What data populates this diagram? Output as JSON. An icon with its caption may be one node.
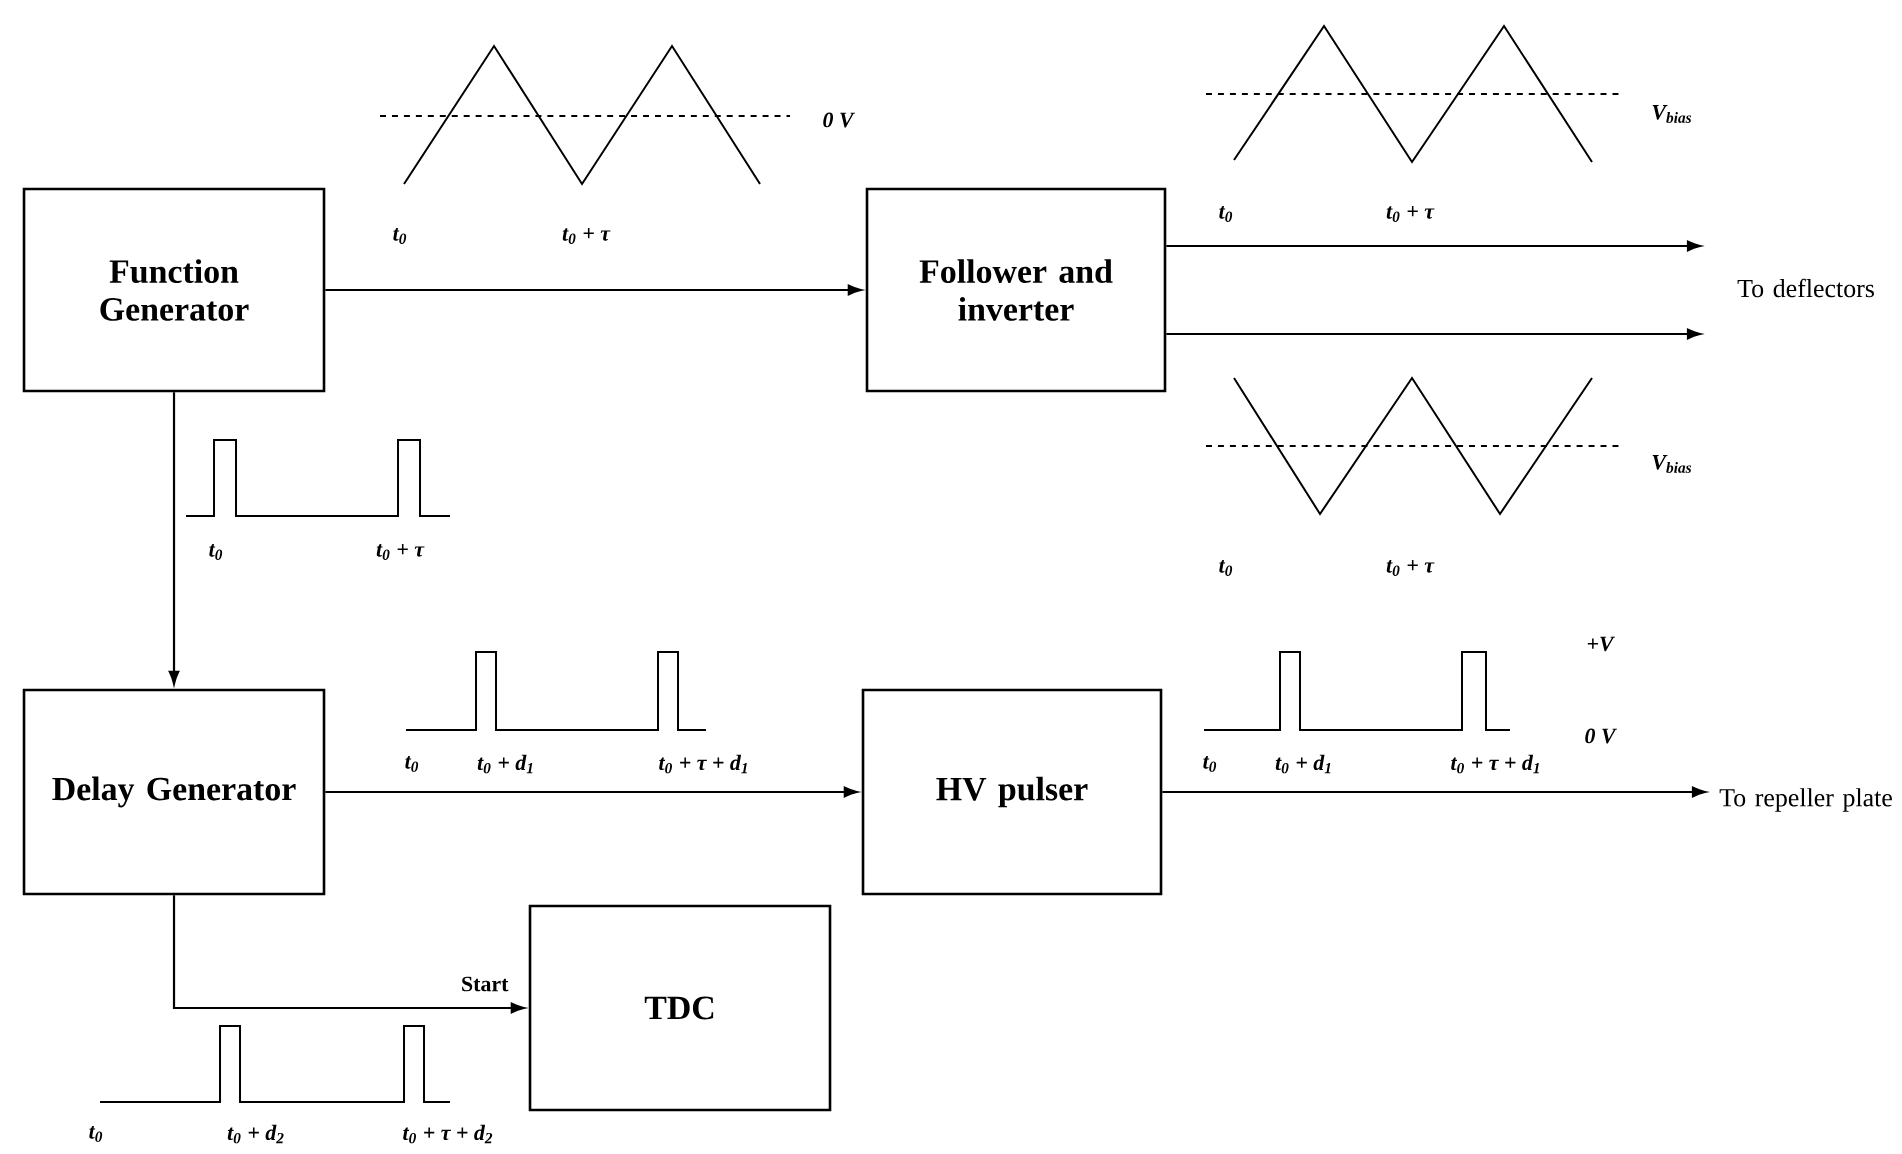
{
  "diagram": {
    "nodes": [
      {
        "text": [
          "Function Generator"
        ]
      },
      {
        "text": [
          "Follower and inverter"
        ]
      },
      {
        "text": [
          "Delay Generator"
        ]
      },
      {
        "text": [
          "HV pulser"
        ]
      },
      {
        "text": [
          "TDC"
        ]
      },
      {
        "text": [
          "To deflectors"
        ]
      },
      {
        "text": [
          "To repeller plate"
        ]
      }
    ],
    "edges": [
      {
        "from": 0,
        "to": 1,
        "arrow": "to"
      },
      {
        "from": 0,
        "to": 2,
        "arrow": "to"
      },
      {
        "from": 2,
        "to": 3,
        "arrow": "to"
      },
      {
        "from": 2,
        "to": 4,
        "arrow": "to",
        "label": "Start"
      },
      {
        "from": 1,
        "to": 5,
        "arrow": "to"
      },
      {
        "from": 1,
        "to": 5,
        "arrow": "to"
      },
      {
        "from": 3,
        "to": 6,
        "arrow": "to"
      }
    ],
    "labels": [
      "0 V",
      "t$_{0}$",
      "t$_{0}$ + τ",
      "V$_{bias}$",
      "t$_{0}$",
      "t$_{0}$ + τ",
      "t$_{0}$",
      "t$_{0}$ + τ",
      "V$_{bias}$",
      "t$_{0}$",
      "t$_{0}$ + τ",
      "+V",
      "t$_{0}$",
      "t$_{0}$ + d$_{1}$",
      "t$_{0}$ + τ + d$_{1}$",
      "t$_{0}$",
      "t$_{0}$ + d$_{1}$",
      "0 V",
      "t$_{0}$ + τ + d$_{1}$",
      "t$_{0}$",
      "t$_{0}$ + d$_{2}$",
      "t$_{0}$ + τ + d$_{2}$"
    ]
  }
}
